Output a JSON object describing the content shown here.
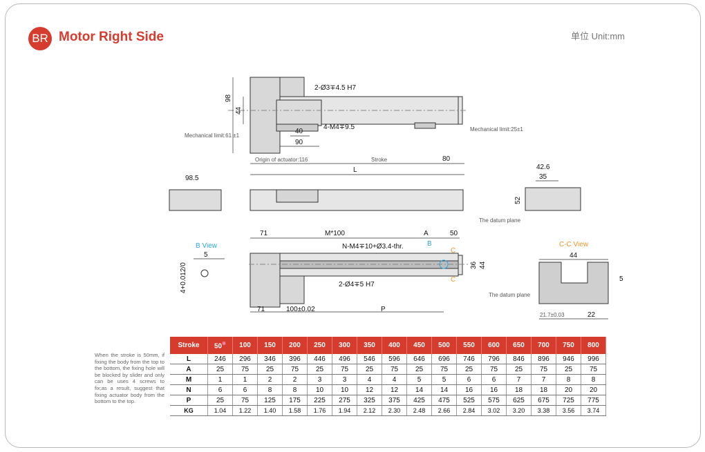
{
  "header": {
    "badge": "BR",
    "title": "Motor Right Side",
    "unit": "单位 Unit:mm"
  },
  "colors": {
    "accent": "#d63c2e",
    "blue": "#2aa7e0",
    "orange": "#f0962b"
  },
  "top_view": {
    "hole1": "2-Ø3∓4.5 H7",
    "hole2": "4-M4∓9.5",
    "h98": "98",
    "h44": "44",
    "w40": "40",
    "w90": "90",
    "mech_left": "Mechanical limit:61 ±1",
    "mech_right": "Mechanical limit:25±1",
    "origin": "Origin of actuator:116",
    "stroke": "Stroke",
    "d80": "80",
    "L": "L"
  },
  "side_view": {
    "d98_5": "98.5",
    "d42_6": "42.6",
    "d35": "35",
    "d52": "52",
    "datum": "The datum plane"
  },
  "bottom_view": {
    "d71a": "71",
    "m100": "M*100",
    "A": "A",
    "d50": "50",
    "thread": "N-M4∓10+Ø3.4-thr.",
    "B": "B",
    "C": "C",
    "d36": "36",
    "d44": "44",
    "pin": "2-Ø4∓5 H7",
    "d71b": "71",
    "d100": "100±0.02",
    "P": "P"
  },
  "b_view": {
    "title": "B View",
    "d5": "5",
    "tol": "4+0.012/0"
  },
  "cc_view": {
    "title": "C-C View",
    "d44": "44",
    "d5": "5",
    "datum": "The datum plane",
    "d21_7": "21.7±0.03",
    "d22": "22"
  },
  "note": "When the stroke is 50mm, if fixing the body from the top to the bottom, the fixing hole will be blocked by slider and only can be uses 4 screws to fix;as a result, suggest that fixing actuator body from the bottom to the top.",
  "table": {
    "header": "Stroke",
    "strokes": [
      "50",
      "100",
      "150",
      "200",
      "250",
      "300",
      "350",
      "400",
      "450",
      "500",
      "550",
      "600",
      "650",
      "700",
      "750",
      "800"
    ],
    "mark": "※",
    "rows": [
      {
        "label": "L",
        "values": [
          "246",
          "296",
          "346",
          "396",
          "446",
          "496",
          "546",
          "596",
          "646",
          "696",
          "746",
          "796",
          "846",
          "896",
          "946",
          "996"
        ]
      },
      {
        "label": "A",
        "values": [
          "25",
          "75",
          "25",
          "75",
          "25",
          "75",
          "25",
          "75",
          "25",
          "75",
          "25",
          "75",
          "25",
          "75",
          "25",
          "75"
        ]
      },
      {
        "label": "M",
        "values": [
          "1",
          "1",
          "2",
          "2",
          "3",
          "3",
          "4",
          "4",
          "5",
          "5",
          "6",
          "6",
          "7",
          "7",
          "8",
          "8"
        ]
      },
      {
        "label": "N",
        "values": [
          "6",
          "6",
          "8",
          "8",
          "10",
          "10",
          "12",
          "12",
          "14",
          "14",
          "16",
          "16",
          "18",
          "18",
          "20",
          "20"
        ]
      },
      {
        "label": "P",
        "values": [
          "25",
          "75",
          "125",
          "175",
          "225",
          "275",
          "325",
          "375",
          "425",
          "475",
          "525",
          "575",
          "625",
          "675",
          "725",
          "775"
        ]
      },
      {
        "label": "KG",
        "values": [
          "1.04",
          "1.22",
          "1.40",
          "1.58",
          "1.76",
          "1.94",
          "2.12",
          "2.30",
          "2.48",
          "2.66",
          "2.84",
          "3.02",
          "3.20",
          "3.38",
          "3.56",
          "3.74"
        ]
      }
    ]
  }
}
